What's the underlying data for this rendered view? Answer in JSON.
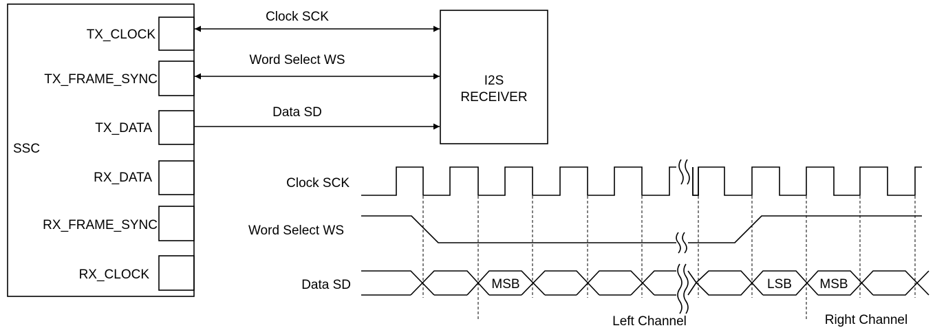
{
  "ssc": {
    "label": "SSC",
    "ports": [
      {
        "id": "tx-clock",
        "label": "TX_CLOCK"
      },
      {
        "id": "tx-frame-sync",
        "label": "TX_FRAME_SYNC"
      },
      {
        "id": "tx-data",
        "label": "TX_DATA"
      },
      {
        "id": "rx-data",
        "label": "RX_DATA"
      },
      {
        "id": "rx-frame-sync",
        "label": "RX_FRAME_SYNC"
      },
      {
        "id": "rx-clock",
        "label": "RX_CLOCK"
      }
    ]
  },
  "receiver": {
    "line1": "I2S",
    "line2": "RECEIVER"
  },
  "links": [
    {
      "label": "Clock SCK",
      "direction": "bidirectional"
    },
    {
      "label": "Word Select WS",
      "direction": "bidirectional"
    },
    {
      "label": "Data SD",
      "direction": "to-receiver"
    }
  ],
  "timing": {
    "signals": {
      "clock": "Clock SCK",
      "ws": "Word Select WS",
      "data": "Data SD"
    },
    "data_cells": [
      "MSB",
      "LSB",
      "MSB"
    ],
    "channels": {
      "left": "Left Channel",
      "right": "Right Channel"
    }
  }
}
